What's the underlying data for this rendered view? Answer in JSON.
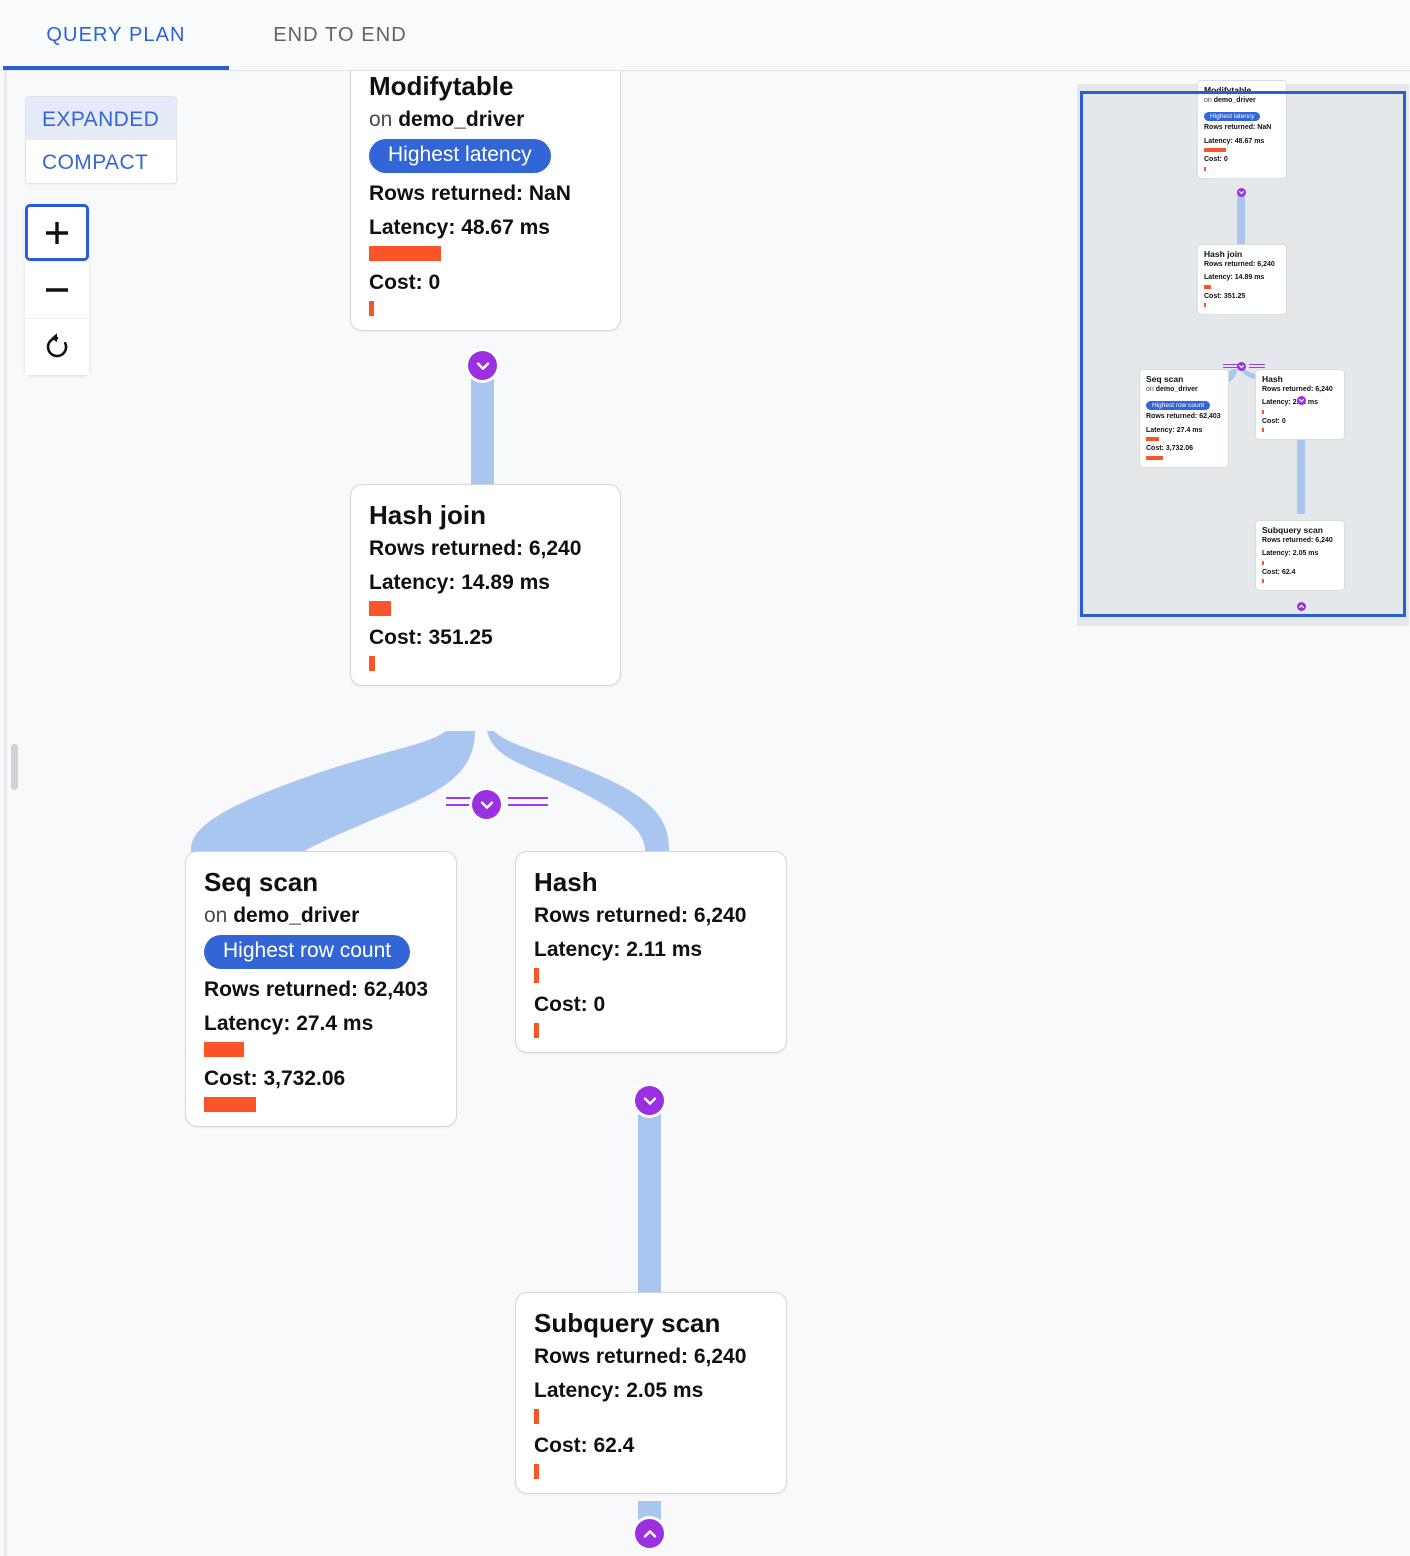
{
  "tabs": [
    {
      "id": "query-plan",
      "label": "QUERY PLAN",
      "active": true
    },
    {
      "id": "end-to-end",
      "label": "END TO END",
      "active": false
    }
  ],
  "view_mode": {
    "expanded_label": "EXPANDED",
    "compact_label": "COMPACT",
    "selected": "EXPANDED"
  },
  "zoom_controls": {
    "zoom_in_label": "+",
    "zoom_out_label": "−",
    "reset_label": "↺"
  },
  "colors": {
    "accent_blue": "#2a5fd4",
    "badge_blue": "#3266d6",
    "bar_orange": "#fa5428",
    "edge_blue": "#a9c6f0",
    "toggle_purple": "#9b30e0",
    "canvas_bg": "#f7f9fb",
    "minimap_bg": "#e4e8eb"
  },
  "labels": {
    "on_prefix": "on",
    "rows_prefix": "Rows returned:",
    "latency_prefix": "Latency:",
    "cost_prefix": "Cost:"
  },
  "nodes": [
    {
      "id": "modifytable",
      "title": "Modifytable",
      "relation": "demo_driver",
      "badge": "Highest latency",
      "rows": "Rows returned: NaN",
      "latency": "Latency: 48.67 ms",
      "cost": "Cost: 0",
      "latency_bar_pct": 100,
      "cost_bar_pct": 2
    },
    {
      "id": "hash-join",
      "title": "Hash join",
      "relation": null,
      "badge": null,
      "rows": "Rows returned: 6,240",
      "latency": "Latency: 14.89 ms",
      "cost": "Cost: 351.25",
      "latency_bar_pct": 31,
      "cost_bar_pct": 9
    },
    {
      "id": "seq-scan",
      "title": "Seq scan",
      "relation": "demo_driver",
      "badge": "Highest row count",
      "rows": "Rows returned: 62,403",
      "latency": "Latency: 27.4 ms",
      "cost": "Cost: 3,732.06",
      "latency_bar_pct": 56,
      "cost_bar_pct": 100
    },
    {
      "id": "hash",
      "title": "Hash",
      "relation": null,
      "badge": null,
      "rows": "Rows returned: 6,240",
      "latency": "Latency: 2.11 ms",
      "cost": "Cost: 0",
      "latency_bar_pct": 5,
      "cost_bar_pct": 5
    },
    {
      "id": "subquery-scan",
      "title": "Subquery scan",
      "relation": null,
      "badge": null,
      "rows": "Rows returned: 6,240",
      "latency": "Latency: 2.05 ms",
      "cost": "Cost: 62.4",
      "latency_bar_pct": 5,
      "cost_bar_pct": 5
    }
  ],
  "edges": [
    {
      "from": "modifytable",
      "to": "hash-join",
      "toggle": "chevron-down-icon"
    },
    {
      "from": "hash-join",
      "to": "seq-scan",
      "toggle": "chevron-down-icon"
    },
    {
      "from": "hash-join",
      "to": "hash",
      "toggle": "chevron-down-icon"
    },
    {
      "from": "hash",
      "to": "subquery-scan",
      "toggle": "chevron-down-icon"
    },
    {
      "from": "subquery-scan",
      "to": null,
      "toggle": "chevron-up-icon"
    }
  ],
  "minimap": {
    "present": true,
    "viewport_visible": true
  }
}
